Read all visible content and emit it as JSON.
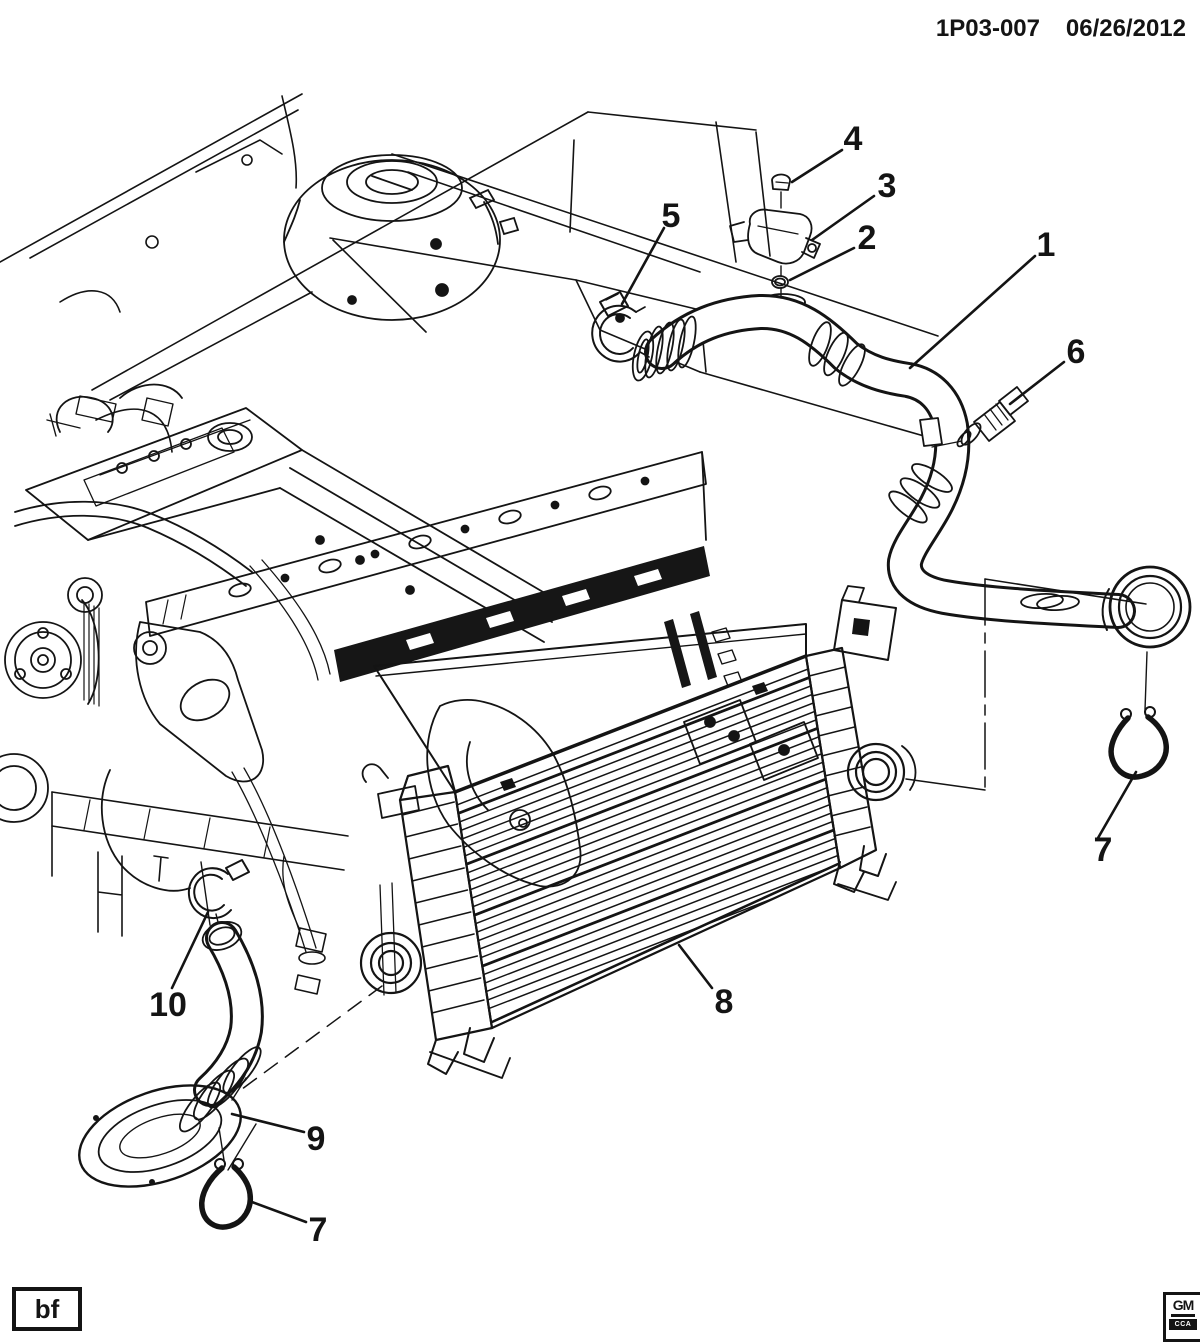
{
  "header": {
    "drawing_number": "1P03-007",
    "date": "06/26/2012"
  },
  "callouts": [
    {
      "id": "callout-1",
      "label": "1"
    },
    {
      "id": "callout-2",
      "label": "2"
    },
    {
      "id": "callout-3",
      "label": "3"
    },
    {
      "id": "callout-4",
      "label": "4"
    },
    {
      "id": "callout-5",
      "label": "5"
    },
    {
      "id": "callout-6",
      "label": "6"
    },
    {
      "id": "callout-7-right",
      "label": "7"
    },
    {
      "id": "callout-8",
      "label": "8"
    },
    {
      "id": "callout-9",
      "label": "9"
    },
    {
      "id": "callout-7-bottom",
      "label": "7"
    },
    {
      "id": "callout-10",
      "label": "10"
    }
  ],
  "footer": {
    "page_code": "bf",
    "brand_mark": "GM",
    "brand_sub": "CCA"
  },
  "colors": {
    "ink": "#141414",
    "paper": "#ffffff"
  }
}
